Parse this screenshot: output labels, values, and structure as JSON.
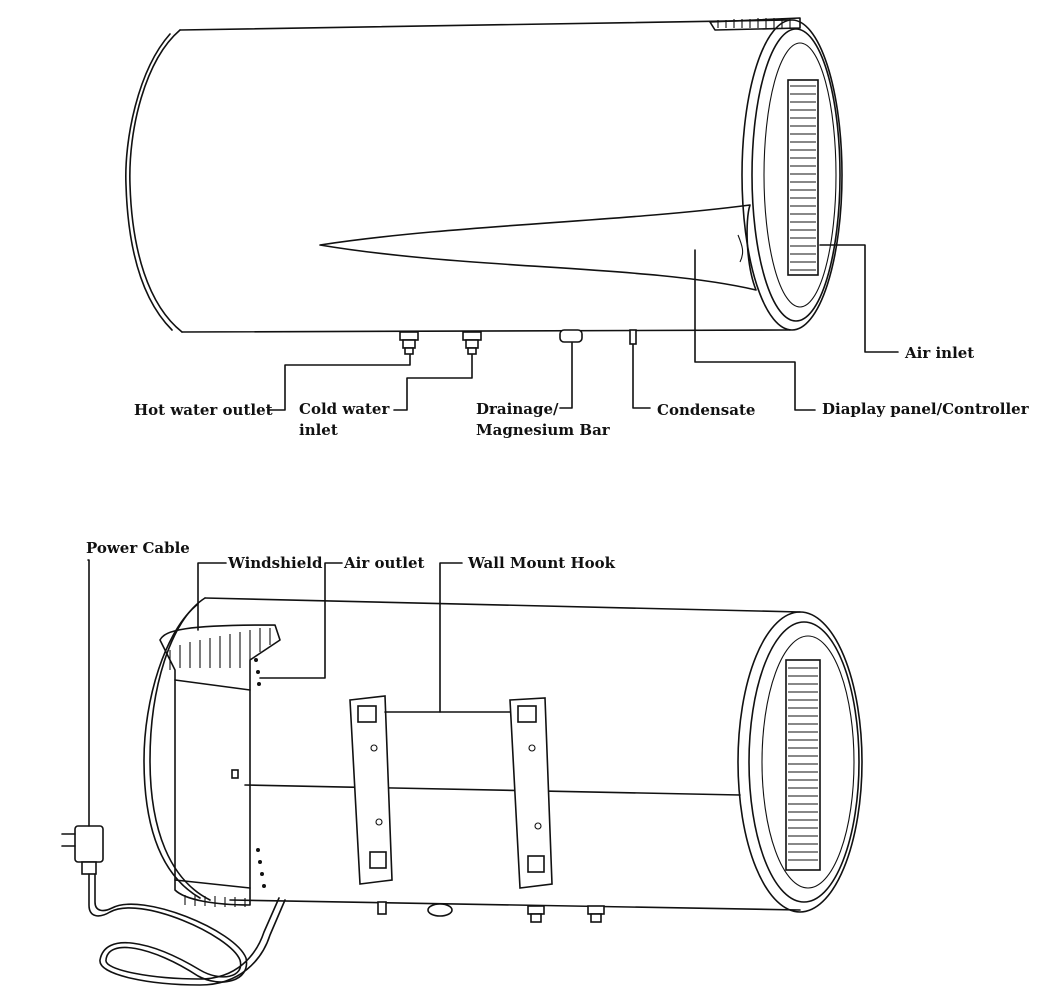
{
  "top_view": {
    "labels": {
      "hot_water_outlet": "Hot water outlet",
      "cold_water_inlet_1": "Cold water",
      "cold_water_inlet_2": "inlet",
      "drainage_1": "Drainage/",
      "drainage_2": "Magnesium Bar",
      "condensate": "Condensate",
      "display_panel": "Diaplay panel/Controller",
      "air_inlet": "Air inlet"
    }
  },
  "bottom_view": {
    "labels": {
      "power_cable": "Power Cable",
      "windshield": "Windshield",
      "air_outlet": "Air outlet",
      "wall_mount_hook": "Wall Mount Hook"
    }
  },
  "colors": {
    "line": "#111111",
    "background": "#ffffff"
  }
}
